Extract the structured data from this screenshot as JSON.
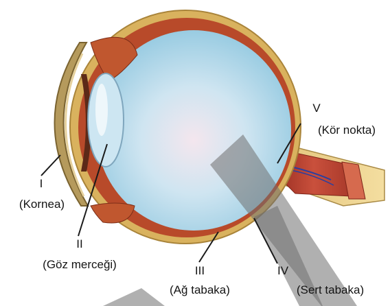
{
  "labels": {
    "cornea": {
      "numeral": "I",
      "name": "(Kornea)"
    },
    "lens": {
      "numeral": "II",
      "name": "(Göz merceği)"
    },
    "retina": {
      "numeral": "III",
      "name": "(Ağ tabaka)"
    },
    "sclera": {
      "numeral": "IV",
      "name": "(Sert tabaka)"
    },
    "blind_spot": {
      "numeral": "V",
      "name": "(Kör nokta)"
    }
  },
  "colors": {
    "sclera": "#d9b25e",
    "choroid": "#b84a2a",
    "vitreous": "#a9d4e8",
    "lens": "#cde6f2",
    "nerve": "#b83c2c",
    "leader_line": "#1a1a1a",
    "watermark": "#6f6f6f"
  }
}
